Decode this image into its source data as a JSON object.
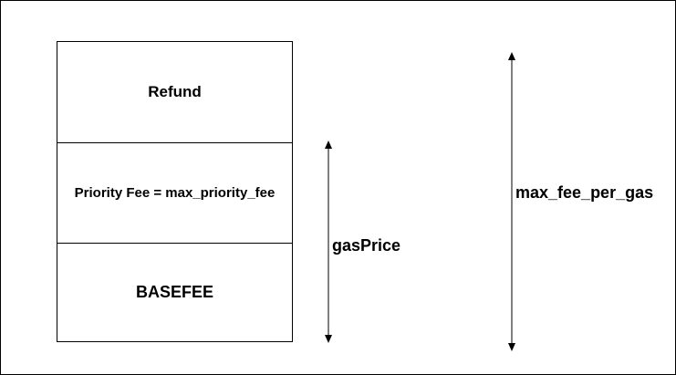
{
  "stack": {
    "blocks": [
      {
        "label": "Refund"
      },
      {
        "label": "Priority Fee = max_priority_fee"
      },
      {
        "label": "BASEFEE"
      }
    ]
  },
  "arrows": {
    "gas_price_label": "gasPrice",
    "max_fee_label": "max_fee_per_gas"
  },
  "colors": {
    "stroke": "#000000",
    "background": "#ffffff"
  }
}
